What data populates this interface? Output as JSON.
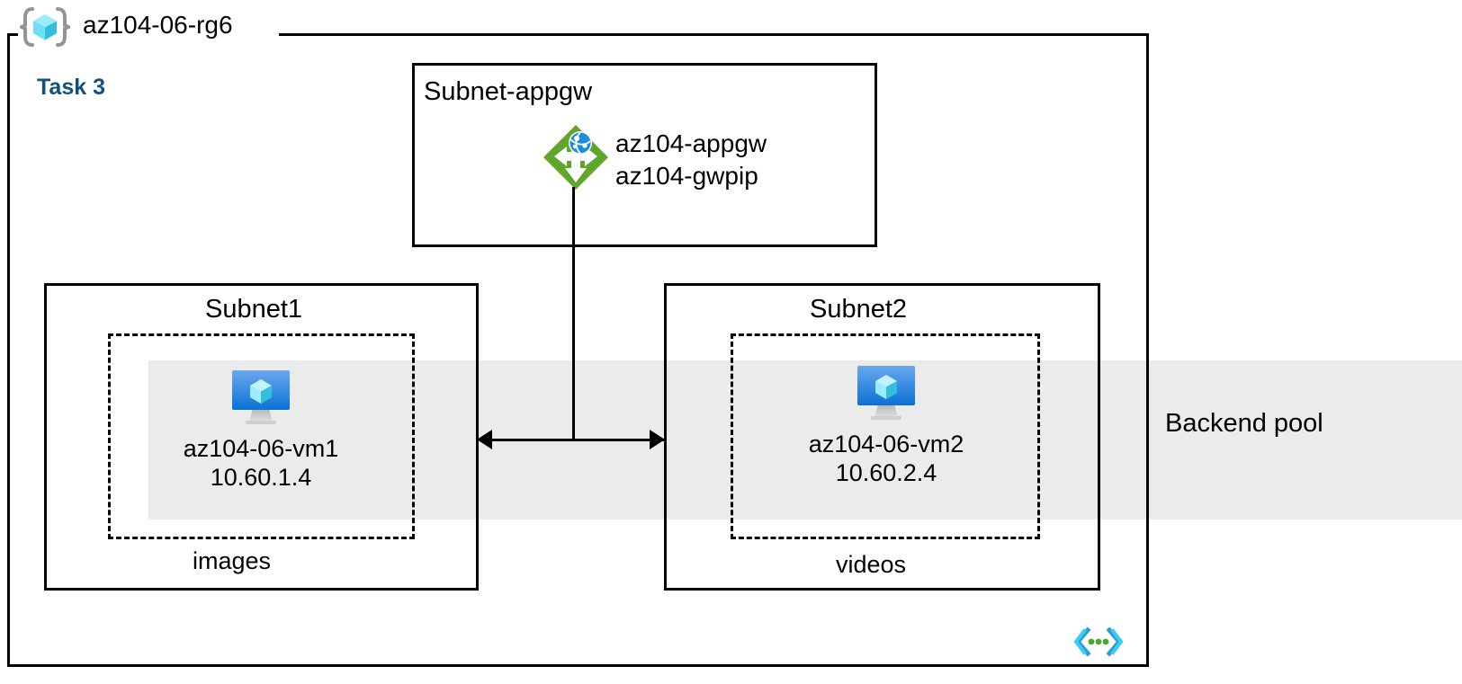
{
  "diagram": {
    "resource_group": {
      "name": "az104-06-rg6",
      "icon": "azure-resource-group-icon"
    },
    "task_label": "Task 3",
    "task_label_color": "#12507e",
    "backend_pool": {
      "label": "Backend pool",
      "band_color": "#ebebeb"
    },
    "bottom_icon": "code-brackets-icon",
    "subnets": [
      {
        "id": "subnet-appgw",
        "title": "Subnet-appgw",
        "resources": [
          {
            "icon": "azure-application-gateway-icon",
            "icon_color": "#5fa62b",
            "labels": [
              "az104-appgw",
              "az104-gwpip"
            ]
          }
        ]
      },
      {
        "id": "subnet1",
        "title": "Subnet1",
        "caption": "images",
        "vm": {
          "icon": "azure-virtual-machine-icon",
          "name": "az104-06-vm1",
          "ip": "10.60.1.4"
        }
      },
      {
        "id": "subnet2",
        "title": "Subnet2",
        "caption": "videos",
        "vm": {
          "icon": "azure-virtual-machine-icon",
          "name": "az104-06-vm2",
          "ip": "10.60.2.4"
        }
      }
    ],
    "connectors": [
      {
        "id": "appgw-to-backends",
        "from": "az104-appgw",
        "to": [
          "az104-06-vm1",
          "az104-06-vm2"
        ],
        "style": "bidirectional-arrow"
      }
    ]
  }
}
